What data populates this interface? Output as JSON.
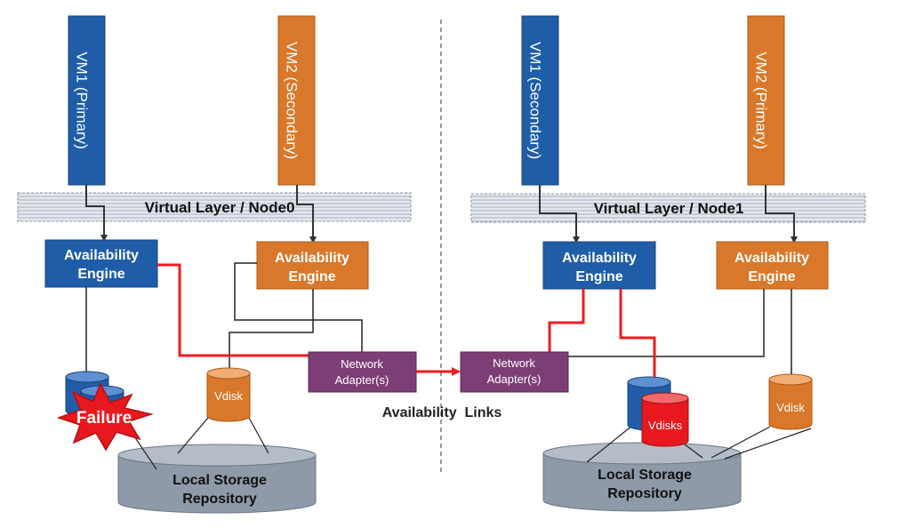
{
  "colors": {
    "primary_blue": "#1f5da8",
    "secondary_orange": "#d9782a",
    "network_purple": "#7d3e76",
    "failure_red": "#e8191e",
    "storage_gray": "#8e9aa8",
    "link_red": "#ee1c1c"
  },
  "node0": {
    "vm1_label": "VM1 (Primary)",
    "vm2_label": "VM2 (Secondary)",
    "virtual_layer": "Virtual Layer / Node0",
    "engine_left": {
      "line1": "Availability",
      "line2": "Engine"
    },
    "engine_right": {
      "line1": "Availability",
      "line2": "Engine"
    },
    "network": {
      "line1": "Network",
      "line2": "Adapter(s)"
    },
    "vdisk": "Vdisk",
    "failure": "Failure",
    "repository": {
      "line1": "Local Storage",
      "line2": "Repository"
    }
  },
  "node1": {
    "vm1_label": "VM1 (Secondary)",
    "vm2_label": "VM2 (Primary)",
    "virtual_layer": "Virtual Layer / Node1",
    "engine_left": {
      "line1": "Availability",
      "line2": "Engine"
    },
    "engine_right": {
      "line1": "Availability",
      "line2": "Engine"
    },
    "network": {
      "line1": "Network",
      "line2": "Adapter(s)"
    },
    "vdisks": "Vdisks",
    "vdisk": "Vdisk",
    "repository": {
      "line1": "Local Storage",
      "line2": "Repository"
    }
  },
  "availability_links": "Availability  Links"
}
